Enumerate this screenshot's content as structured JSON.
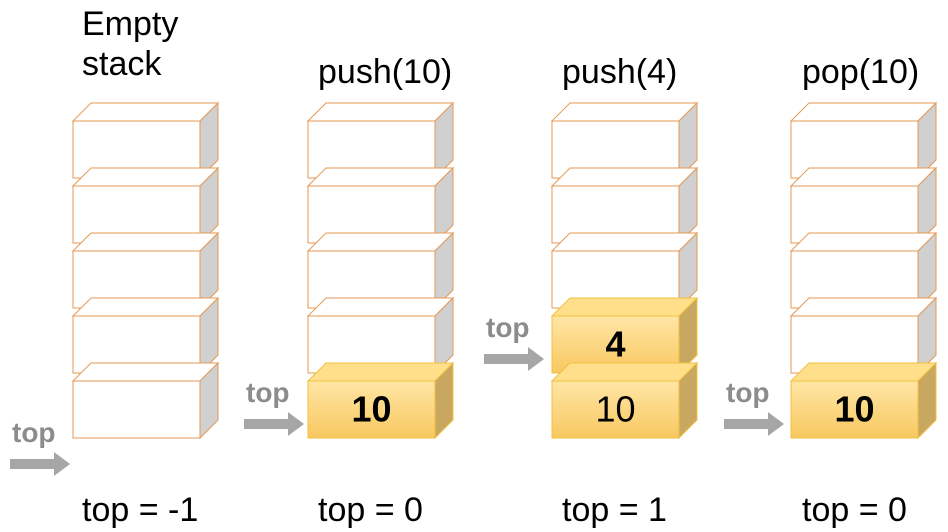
{
  "stages": [
    {
      "heading": "Empty stack",
      "top_value": "top = -1",
      "pointer_label": "top",
      "cells": [
        {
          "value": "",
          "filled": false,
          "bold": false
        },
        {
          "value": "",
          "filled": false,
          "bold": false
        },
        {
          "value": "",
          "filled": false,
          "bold": false
        },
        {
          "value": "",
          "filled": false,
          "bold": false
        },
        {
          "value": "",
          "filled": false,
          "bold": false
        }
      ]
    },
    {
      "heading": "push(10)",
      "top_value": "top = 0",
      "pointer_label": "top",
      "cells": [
        {
          "value": "",
          "filled": false,
          "bold": false
        },
        {
          "value": "",
          "filled": false,
          "bold": false
        },
        {
          "value": "",
          "filled": false,
          "bold": false
        },
        {
          "value": "",
          "filled": false,
          "bold": false
        },
        {
          "value": "10",
          "filled": true,
          "bold": true
        }
      ]
    },
    {
      "heading": "push(4)",
      "top_value": "top = 1",
      "pointer_label": "top",
      "cells": [
        {
          "value": "",
          "filled": false,
          "bold": false
        },
        {
          "value": "",
          "filled": false,
          "bold": false
        },
        {
          "value": "",
          "filled": false,
          "bold": false
        },
        {
          "value": "4",
          "filled": true,
          "bold": true
        },
        {
          "value": "10",
          "filled": true,
          "bold": false
        }
      ]
    },
    {
      "heading": "pop(10)",
      "top_value": "top = 0",
      "pointer_label": "top",
      "cells": [
        {
          "value": "",
          "filled": false,
          "bold": false
        },
        {
          "value": "",
          "filled": false,
          "bold": false
        },
        {
          "value": "",
          "filled": false,
          "bold": false
        },
        {
          "value": "",
          "filled": false,
          "bold": false
        },
        {
          "value": "10",
          "filled": true,
          "bold": true
        }
      ]
    }
  ],
  "colors": {
    "empty_front": "#ffffff",
    "empty_top": "#ffffff",
    "empty_side": "#d0d0d0",
    "empty_stroke": "#e59a55",
    "filled_front_light": "#ffe6a6",
    "filled_front_dark": "#f8c860",
    "filled_top": "#ffdf8a",
    "filled_side": "#c8a860",
    "filled_stroke": "#f0c040",
    "arrow": "#a6a6a6",
    "pointer_text": "#8c8c8c"
  }
}
